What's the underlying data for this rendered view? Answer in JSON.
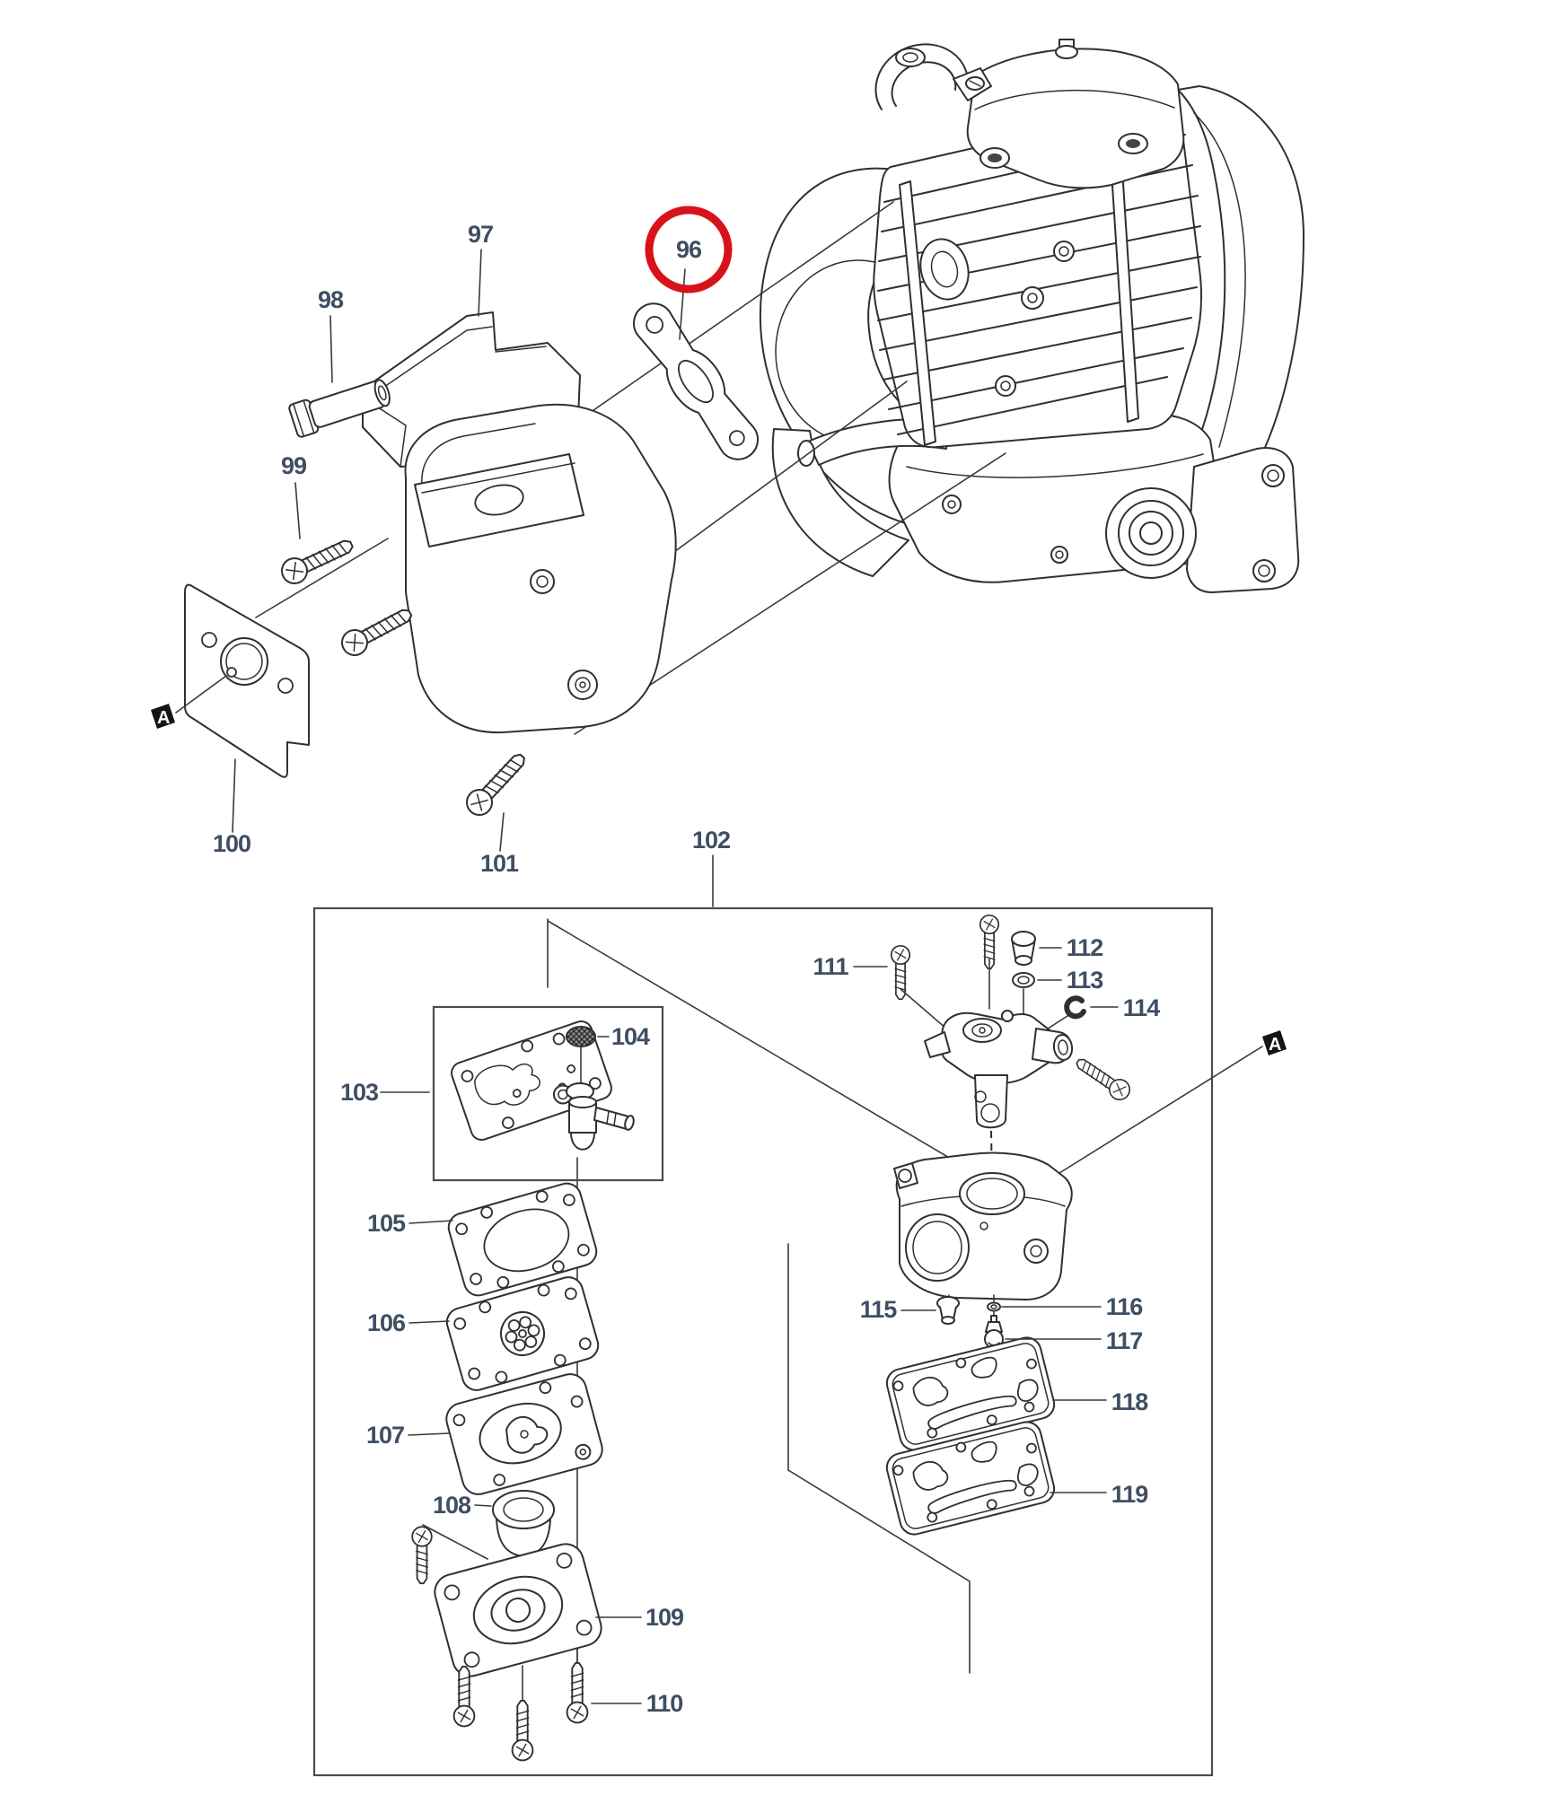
{
  "parts": {
    "p96": "96",
    "p97": "97",
    "p98": "98",
    "p99": "99",
    "p100": "100",
    "p101": "101",
    "p102": "102",
    "p103": "103",
    "p104": "104",
    "p105": "105",
    "p106": "106",
    "p107": "107",
    "p108": "108",
    "p109": "109",
    "p110": "110",
    "p111": "111",
    "p112": "112",
    "p113": "113",
    "p114": "114",
    "p115": "115",
    "p116": "116",
    "p117": "117",
    "p118": "118",
    "p119": "119"
  },
  "markers": {
    "detail_left": "A",
    "detail_right": "A"
  },
  "highlight": {
    "part": "96"
  },
  "colors": {
    "highlight_circle": "#d8121a",
    "label_text": "#3f4e63",
    "line_art": "#303030",
    "box_border": "#4c4c4c",
    "marker_bg": "#141414",
    "marker_text": "#ffffff",
    "background": "#ffffff"
  }
}
